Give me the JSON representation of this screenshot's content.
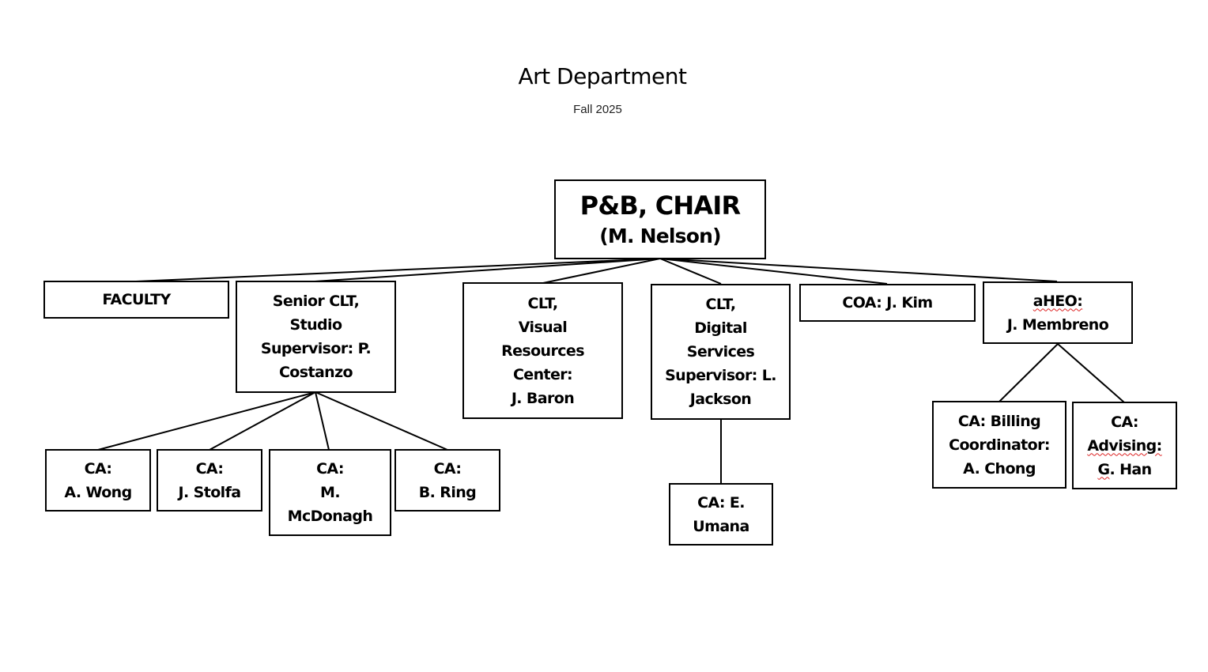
{
  "header": {
    "title": "Art Department",
    "subtitle": "Fall 2025"
  },
  "chair": {
    "title": "P&B, CHAIR",
    "name": "(M. Nelson)"
  },
  "level1": [
    {
      "id": "faculty",
      "label": "FACULTY"
    },
    {
      "id": "senior-clt",
      "label": "Senior CLT,\nStudio\nSupervisor: P.\nCostanzo"
    },
    {
      "id": "clt-vrc",
      "label": "CLT,\nVisual\nResources\nCenter:\nJ. Baron"
    },
    {
      "id": "clt-digital",
      "label": "CLT,\nDigital\nServices\nSupervisor: L.\nJackson"
    },
    {
      "id": "coa",
      "label": "COA: J. Kim"
    },
    {
      "id": "aheo",
      "label_line1": "aHEO:",
      "label_line2": "J. Membreno"
    }
  ],
  "studio_staff": [
    {
      "label": "CA:\nA. Wong"
    },
    {
      "label": "CA:\nJ. Stolfa"
    },
    {
      "label": "CA:\nM.\nMcDonagh"
    },
    {
      "label": "CA:\nB. Ring"
    }
  ],
  "digital_staff": [
    {
      "label": "CA: E.\nUmana"
    }
  ],
  "aheo_staff": [
    {
      "label": "CA: Billing\nCoordinator:\nA. Chong"
    },
    {
      "label_line1": "CA:",
      "label_line2": "Advising:",
      "label_line3_initial": "G",
      "label_line3_rest": ". Han"
    }
  ]
}
